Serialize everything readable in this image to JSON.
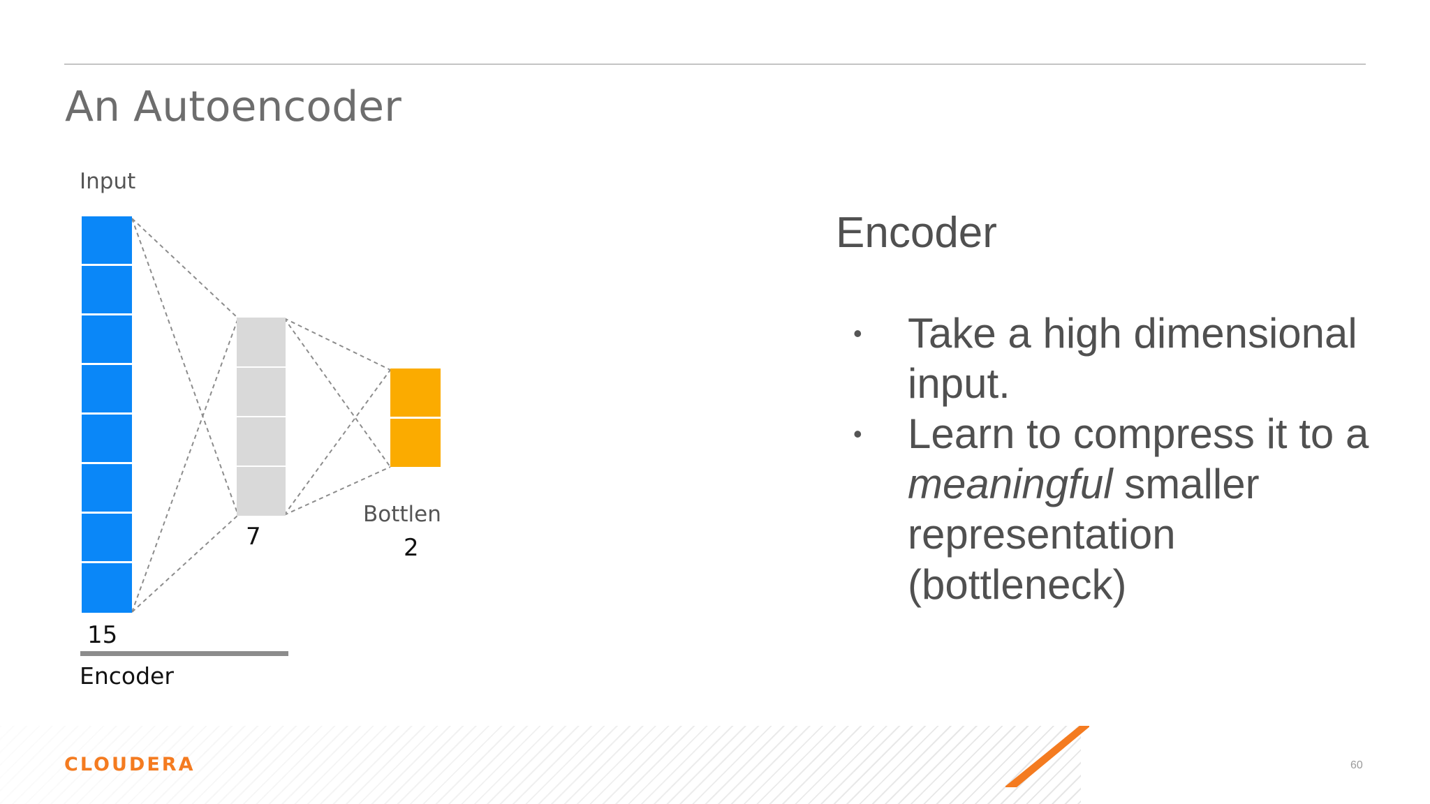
{
  "slide": {
    "title": "An Autoencoder",
    "page_number": "60",
    "logo_text": "CLOUDERA"
  },
  "diagram": {
    "input_label": "Input",
    "input_size": "15",
    "hidden_size": "7",
    "bottleneck_label": "Bottlen",
    "bottleneck_size": "2",
    "section_label": "Encoder",
    "colors": {
      "input_layer": "#0a87f8",
      "hidden_layer": "#d9d9d9",
      "bottleneck_layer": "#fbab00",
      "connections": "#8c8c8c",
      "accent": "#f47b20"
    }
  },
  "content": {
    "heading": "Encoder",
    "bullet_glyph": "•",
    "bullets": {
      "b1": "Take a high dimensional input.",
      "b2_before": "Learn to compress it to a ",
      "b2_emphasis": "meaningful",
      "b2_after": " smaller representation (bottleneck)"
    }
  }
}
